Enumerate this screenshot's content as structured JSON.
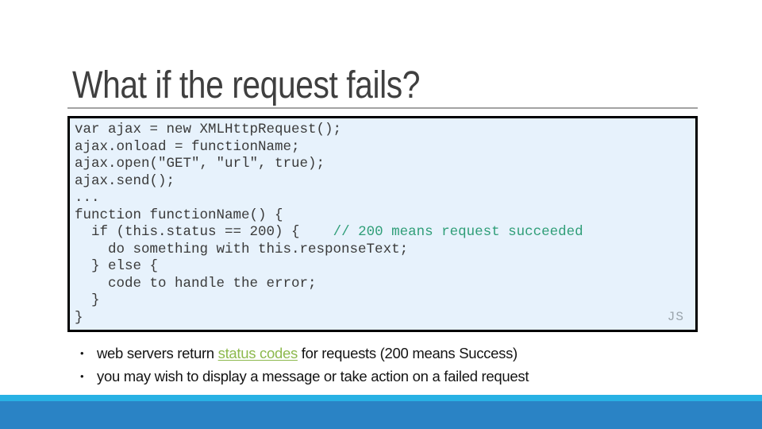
{
  "slide": {
    "title": "What if the request fails?"
  },
  "code_block": {
    "language_label": "JS",
    "lines": [
      {
        "code": "var ajax = new XMLHttpRequest();"
      },
      {
        "code": "ajax.onload = functionName;"
      },
      {
        "code": "ajax.open(\"GET\", \"url\", true);"
      },
      {
        "code": "ajax.send();"
      },
      {
        "code": "..."
      },
      {
        "code": "function functionName() {"
      },
      {
        "code": "  if (this.status == 200) {    ",
        "comment": "// 200 means request succeeded"
      },
      {
        "code": "    do something with this.responseText;"
      },
      {
        "code": "  } else {"
      },
      {
        "code": "    code to handle the error;"
      },
      {
        "code": "  }"
      },
      {
        "code": "}"
      }
    ]
  },
  "bullet_char": "•",
  "bullets": [
    {
      "segments": [
        {
          "text": "web servers return "
        },
        {
          "text": "status codes",
          "link": true
        },
        {
          "text": " for requests (200 means Success)"
        }
      ]
    },
    {
      "segments": [
        {
          "text": "you may wish to display a message or take action on a failed request"
        }
      ]
    }
  ],
  "colors": {
    "title_text": "#3f3f3f",
    "rule_gray": "#a3a3a3",
    "code_bg": "#e7f2fc",
    "code_border": "#000000",
    "code_text": "#3a3a3a",
    "comment_green": "#2f9e78",
    "js_label": "#9aa4ac",
    "link_green": "#8db94e",
    "body_text": "#141414",
    "stripe_cyan": "#28b1e4",
    "bar_blue": "#2a83c5"
  }
}
